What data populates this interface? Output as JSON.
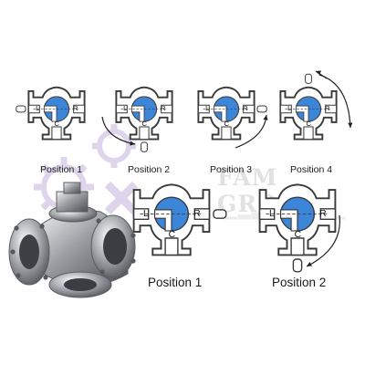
{
  "watermark": {
    "brand_text": "FAM GROUP",
    "color": "#b8a3d6"
  },
  "colors": {
    "body_outline": "#3a3a3a",
    "body_fill": "#ffffff",
    "plug_fill": "#3b86d8",
    "passage_fill": "#ffffff",
    "arrow": "#222222"
  },
  "diagrams_small": [
    {
      "caption": "Position 1",
      "letters": [
        "L",
        "R",
        "C"
      ],
      "handle": "left-icon"
    },
    {
      "caption": "Position 2",
      "letters": [
        "L",
        "R",
        "C"
      ],
      "handle": "bottom-icon"
    },
    {
      "caption": "Position 3",
      "letters": [
        "L",
        "R",
        "C"
      ],
      "handle": "right-icon"
    },
    {
      "caption": "Position 4",
      "letters": [
        "L",
        "R",
        "C"
      ],
      "handle": "top-icon"
    }
  ],
  "diagrams_large": [
    {
      "caption": "Position 1",
      "letters": [
        "L",
        "R",
        "C"
      ],
      "handle": "right-icon"
    },
    {
      "caption": "Position 2",
      "letters": [
        "L",
        "R",
        "C"
      ],
      "handle": "bottom-icon"
    }
  ]
}
